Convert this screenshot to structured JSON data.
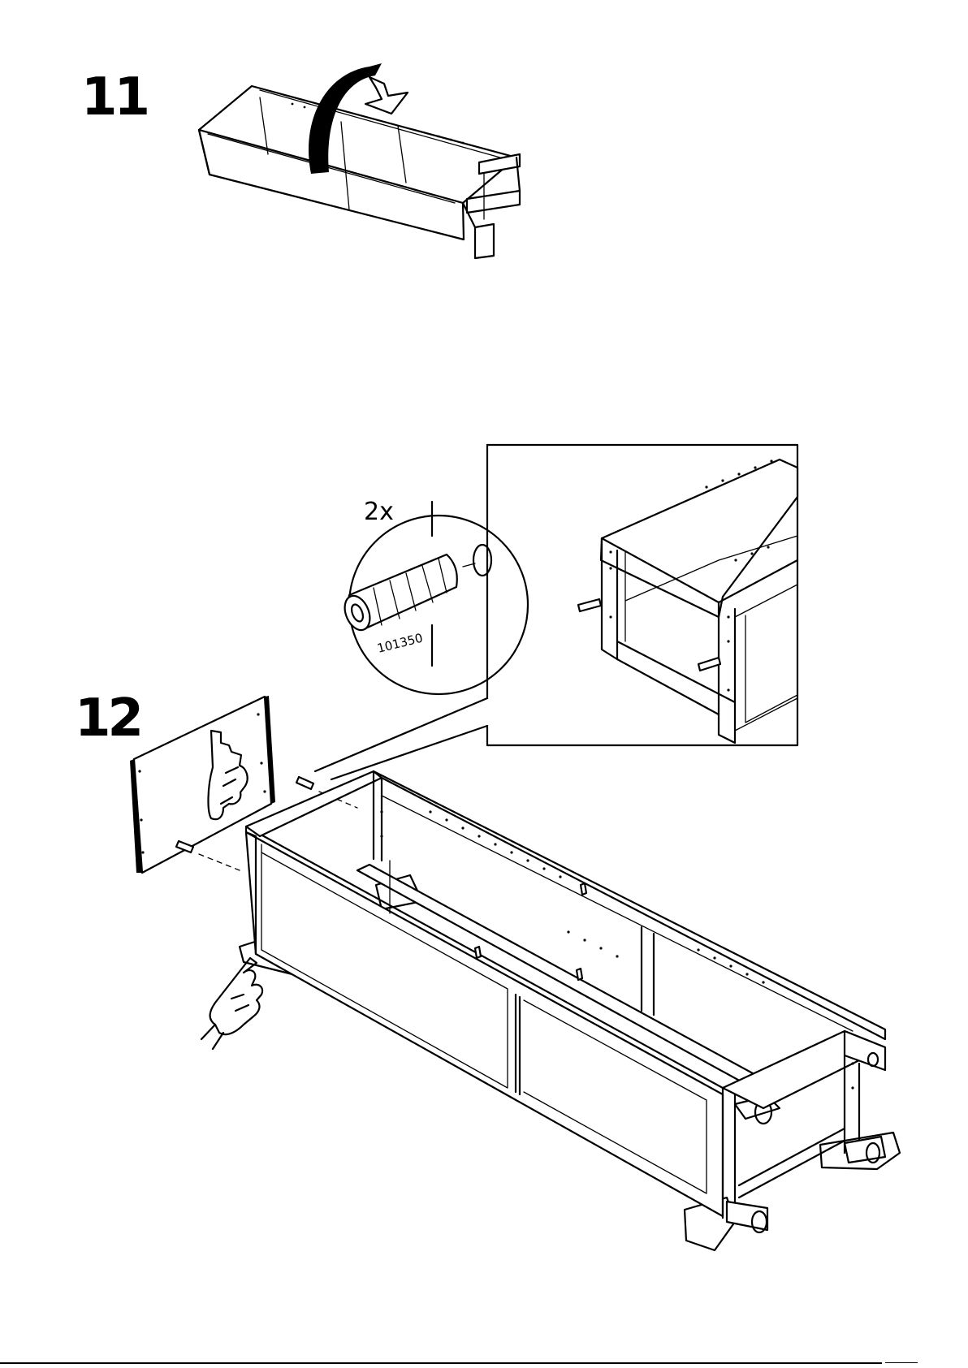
{
  "steps": [
    {
      "number": "11"
    },
    {
      "number": "12",
      "callout": {
        "quantity": "2x",
        "part_number": "101350"
      }
    }
  ],
  "icons": {
    "flip_arrow": "rotate-over-arrow-icon",
    "dowel": "wooden-dowel-icon",
    "push_hand": "pushing-hand-icon",
    "hand_panel": "hand-pressing-panel-icon"
  }
}
